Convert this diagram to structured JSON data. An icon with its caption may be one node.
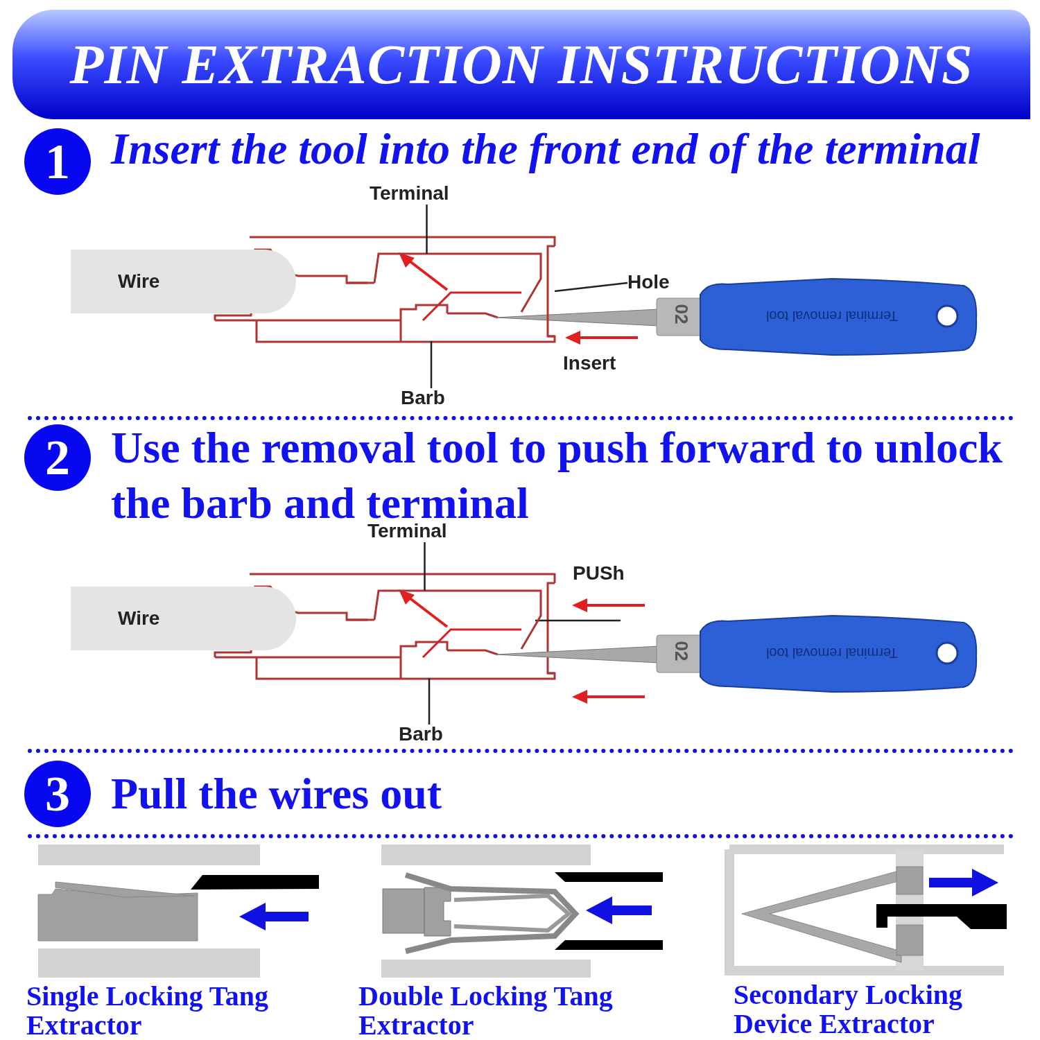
{
  "diagram": {
    "title": "PIN EXTRACTION INSTRUCTIONS",
    "nodes": [
      {
        "text": [
          "1"
        ],
        "beside": [
          "Insert the tool into the front end of the terminal"
        ]
      },
      {
        "text": [
          "Wire"
        ]
      },
      {
        "text": [
          "Terminal"
        ]
      },
      {
        "text": [
          "Hole"
        ]
      },
      {
        "text": [
          "Barb"
        ]
      },
      {
        "text": [
          "2"
        ],
        "beside": [
          "Use the removal tool to push forward to unlock the barb and terminal"
        ]
      },
      {
        "text": [
          "Wire"
        ]
      },
      {
        "text": [
          "Terminal"
        ]
      },
      {
        "text": [
          "Barb"
        ]
      },
      {
        "text": [
          "3"
        ],
        "beside": [
          "Pull the wires out"
        ]
      },
      {
        "text": [],
        "shape": "picture"
      },
      {
        "text": [],
        "shape": "picture"
      },
      {
        "text": [],
        "shape": "picture"
      },
      {
        "text": [],
        "shape": "picture"
      },
      {
        "text": [],
        "shape": "picture"
      }
    ],
    "edges": [
      {
        "from": 2,
        "to": 10,
        "arrow": "none"
      },
      {
        "from": 3,
        "to": 11,
        "arrow": "none"
      },
      {
        "from": 4,
        "to": 12,
        "arrow": "none"
      },
      {
        "from": 7,
        "to": 13,
        "arrow": "none"
      },
      {
        "from": 8,
        "to": 14,
        "arrow": "none"
      }
    ],
    "labels": [
      "02",
      "Terminal removal tool",
      "Insert",
      "PUSh",
      "02",
      "Terminal removal tool",
      "Single Locking Tang Extractor",
      "Double Locking Tang Extractor",
      "Secondary Locking Device Extractor"
    ]
  }
}
